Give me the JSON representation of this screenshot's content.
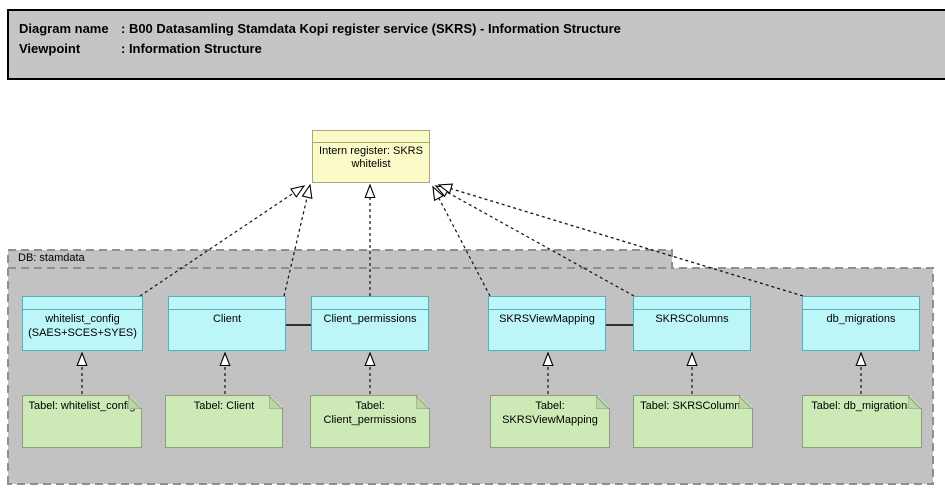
{
  "header": {
    "rows": [
      {
        "label": "Diagram name",
        "value": ": B00 Datasamling Stamdata Kopi register service (SKRS) - Information Structure"
      },
      {
        "label": "Viewpoint",
        "value": ": Information Structure"
      }
    ]
  },
  "register": {
    "label": "Intern register: SKRS whitelist"
  },
  "database": {
    "label": "DB: stamdata"
  },
  "tables": [
    {
      "label": "whitelist_config (SAES+SCES+SYES)"
    },
    {
      "label": "Client"
    },
    {
      "label": "Client_permissions"
    },
    {
      "label": "SKRSViewMapping"
    },
    {
      "label": "SKRSColumns"
    },
    {
      "label": "db_migrations"
    }
  ],
  "notes": [
    {
      "label": "Tabel: whitelist_config"
    },
    {
      "label": "Tabel: Client"
    },
    {
      "label": "Tabel: Client_permissions"
    },
    {
      "label": "Tabel: SKRSViewMapping"
    },
    {
      "label": "Tabel: SKRSColumns"
    },
    {
      "label": "Tabel: db_migrations"
    }
  ],
  "colors": {
    "header_fill": "#c5c5c5",
    "container_fill": "#c2c2c2",
    "container_border": "#8f8f8f",
    "register_fill": "#fbfbc9",
    "register_border": "#a9a973",
    "table_fill": "#bdf6f8",
    "table_border": "#4fb3bf",
    "note_fill": "#cde9b5",
    "note_fold": "#b9d9a2",
    "note_border": "#8f9c85",
    "connector": "#000000"
  }
}
